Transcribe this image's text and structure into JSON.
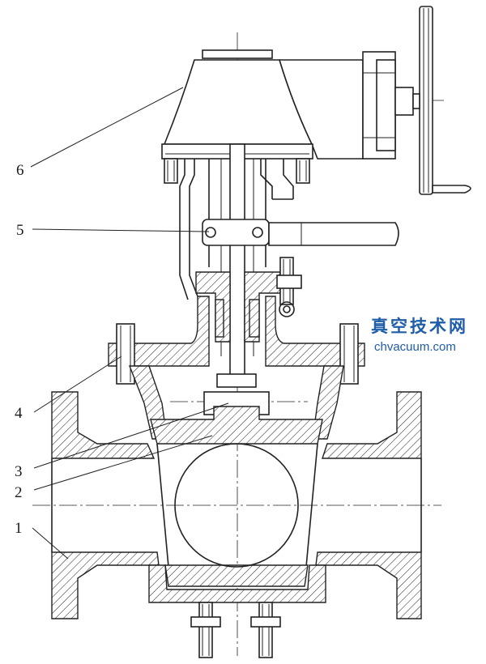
{
  "figure": {
    "part_labels": [
      {
        "id": "label-1",
        "text": "1"
      },
      {
        "id": "label-2",
        "text": "2"
      },
      {
        "id": "label-3",
        "text": "3"
      },
      {
        "id": "label-4",
        "text": "4"
      },
      {
        "id": "label-5",
        "text": "5"
      },
      {
        "id": "label-6",
        "text": "6"
      }
    ]
  },
  "watermark": {
    "title": "真空技术网",
    "url": "chvacuum.com",
    "color": "#1f5da8"
  }
}
